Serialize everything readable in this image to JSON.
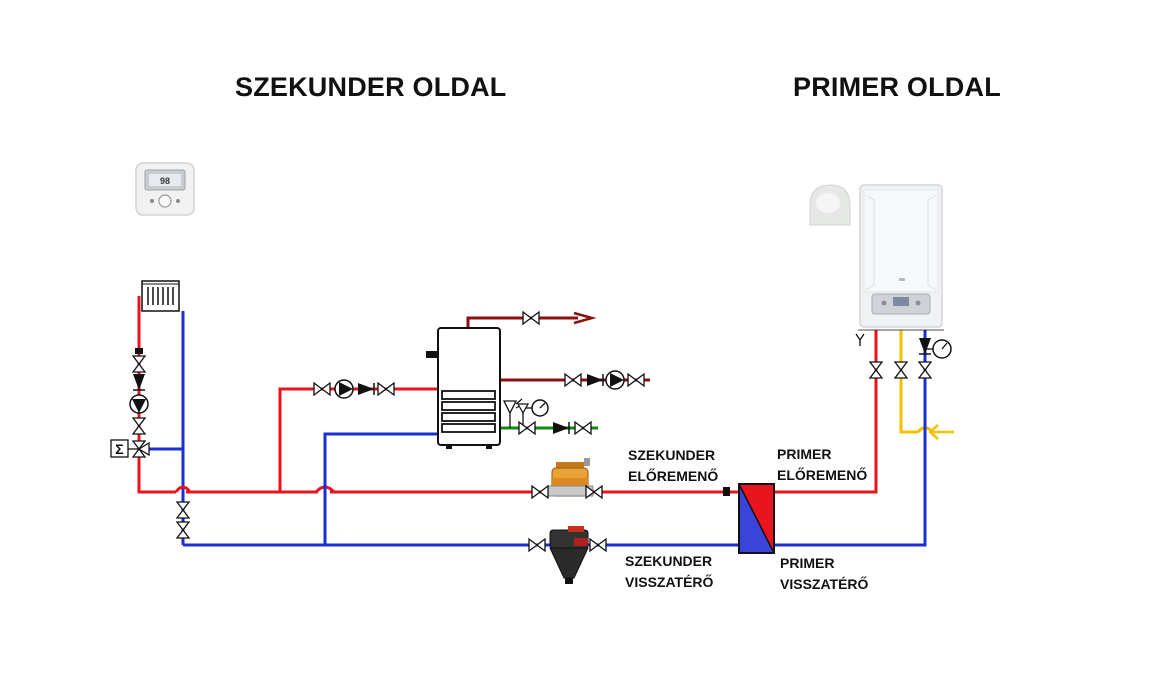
{
  "titles": {
    "secondary": "SZEKUNDER OLDAL",
    "primary": "PRIMER OLDAL"
  },
  "labels": {
    "secondary_flow_1": "SZEKUNDER",
    "secondary_flow_2": "ELŐREMENŐ",
    "secondary_return_1": "SZEKUNDER",
    "secondary_return_2": "VISSZATÉRŐ",
    "primary_flow_1": "PRIMER",
    "primary_flow_2": "ELŐREMENŐ",
    "primary_return_1": "PRIMER",
    "primary_return_2": "VISSZATÉRŐ"
  },
  "symbols": {
    "mixing_valve": "Σ"
  },
  "colors": {
    "flow": "#e8141e",
    "return": "#1a2fd6",
    "cold_water": "#118a11",
    "hot_water_out": "#8b1010",
    "gas": "#f2c200",
    "background": "#ffffff"
  }
}
